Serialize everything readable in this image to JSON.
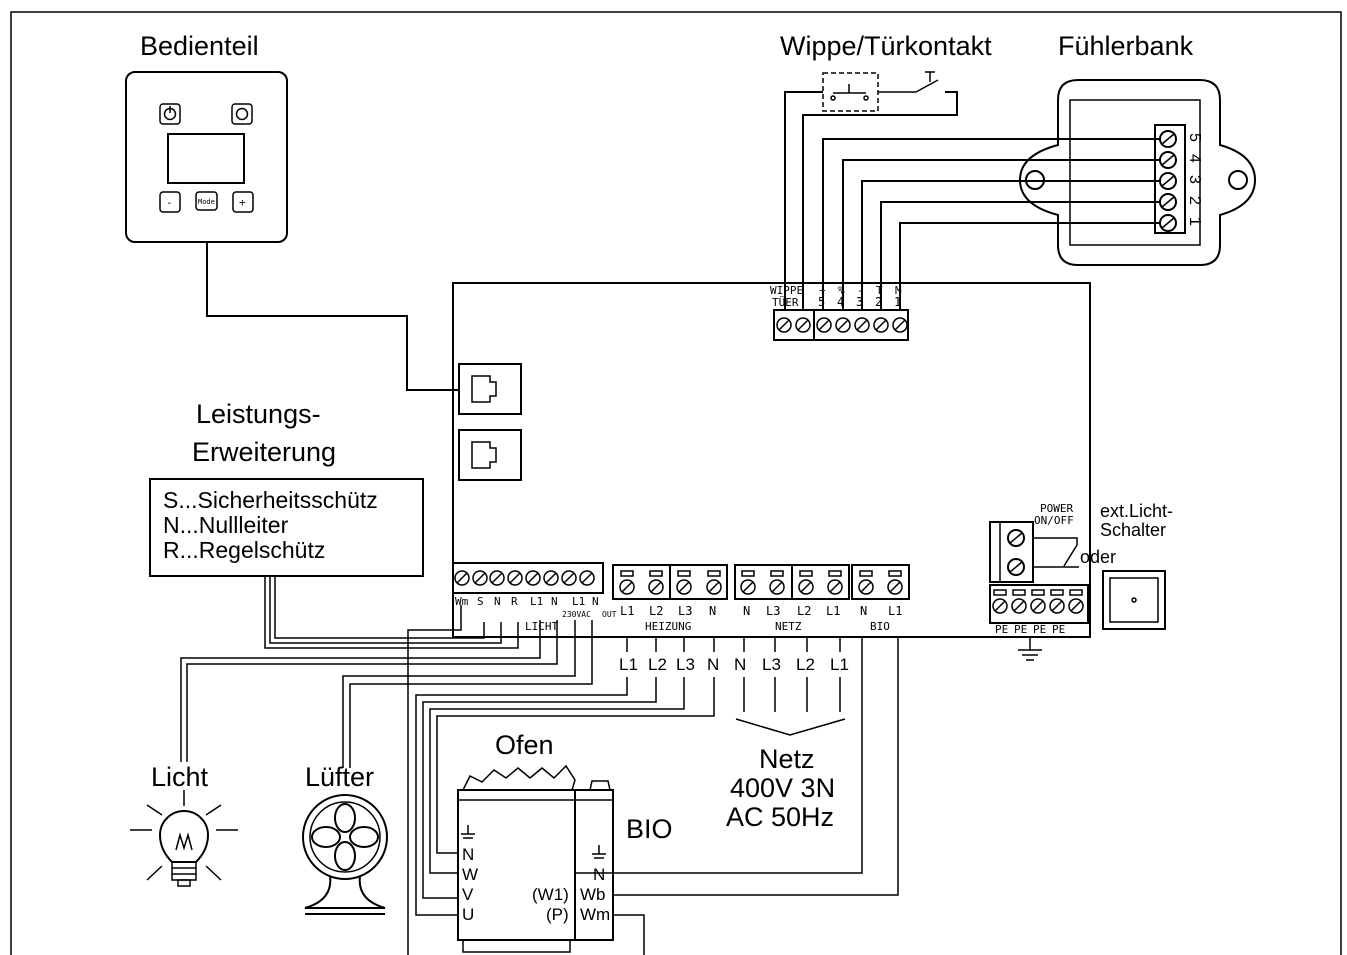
{
  "labels": {
    "bedienteil": "Bedienteil",
    "wippe": "Wippe/Türkontakt",
    "fuehlerbank": "Fühlerbank",
    "leistung1": "Leistungs-",
    "leistung2": "Erweiterung",
    "legend_s": "S...Sicherheitsschütz",
    "legend_n": "N...Nullleiter",
    "legend_r": "R...Regelschütz",
    "ext1": "ext.Licht-",
    "ext2": "Schalter",
    "oder": "oder",
    "power1": "POWER",
    "power2": "ON/OFF",
    "licht": "Licht",
    "luefter": "Lüfter",
    "ofen": "Ofen",
    "bio": "BIO",
    "netz1": "Netz",
    "netz2": "400V 3N",
    "netz3": "AC 50Hz",
    "mode": "Mode",
    "minus": "-",
    "plus": "+"
  },
  "terminals": {
    "top_head1": "WIPPE",
    "top_head2": "TÜER",
    "top_signs": [
      "+",
      "%",
      "-",
      "T",
      "M"
    ],
    "top_nums": [
      "5",
      "4",
      "3",
      "2",
      "1"
    ],
    "licht_pins": [
      "Wm",
      "S",
      "N",
      "R",
      "L1",
      "N",
      "L1",
      "N"
    ],
    "licht_230": "230VAC",
    "licht_out": "OUT",
    "licht_group": "LICHT",
    "heizung_pins": [
      "L1",
      "L2",
      "L3",
      "N"
    ],
    "heizung_group": "HEIZUNG",
    "netz_pins": [
      "N",
      "L3",
      "L2",
      "L1"
    ],
    "netz_group": "NETZ",
    "bio_pins": [
      "N",
      "L1"
    ],
    "bio_group": "BIO",
    "pe_pins": [
      "PE",
      "PE",
      "PE",
      "PE"
    ]
  },
  "wires": {
    "heizung": [
      "L1",
      "L2",
      "L3",
      "N"
    ],
    "netz": [
      "N",
      "L3",
      "L2",
      "L1"
    ],
    "sensor_nums": [
      "5",
      "4",
      "3",
      "2",
      "1"
    ]
  },
  "ofen_terms": {
    "left": [
      "N",
      "W",
      "V",
      "U"
    ],
    "right": [
      "N",
      "Wb",
      "Wm"
    ],
    "right_notes": [
      "(W1)",
      "(P)"
    ]
  }
}
